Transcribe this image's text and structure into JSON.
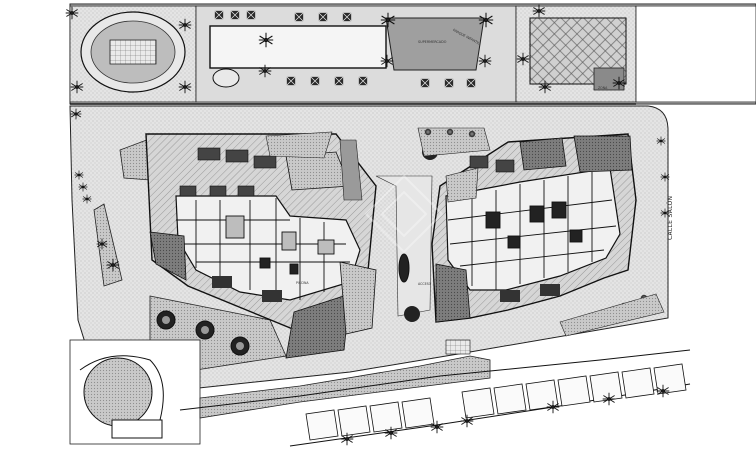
{
  "labels": {
    "street": "CALLE SALÓN",
    "supermarket": "SUPERMERCADO",
    "parking": "PARQUE INFANTIL",
    "mark_1": "ZONA",
    "mark_2": "PISCINA",
    "mark_3": "ACCESO"
  },
  "colors": {
    "hatch_light": "#d9d9d9",
    "hatch_mid": "#9a9a9a",
    "hatch_dark": "#6e6e6e",
    "line": "#1a1a1a",
    "building": "#f2f2f2"
  },
  "icons": {
    "tree": "palm-tree-icon",
    "shrub": "shrub-icon",
    "umbrella": "umbrella-table-icon"
  }
}
